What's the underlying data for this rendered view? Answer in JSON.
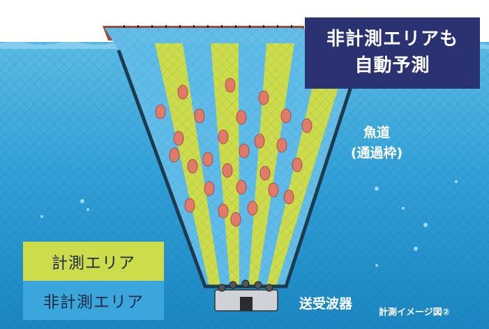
{
  "title": {
    "line1": "非計測エリアも",
    "line2": "自動予測"
  },
  "labels": {
    "fish_path_line1": "魚道",
    "fish_path_line2": "(通過枠)",
    "transducer": "送受波器",
    "caption": "計測イメージ図②"
  },
  "legend": {
    "measured": "計測エリア",
    "unmeasured": "非計測エリア"
  },
  "colors": {
    "water": "#3fa9de",
    "measured_beam": "#cddc4a",
    "unmeasured_beam": "#57b8e6",
    "title_bg": "#2b3272",
    "net_frame": "#9a4b3e"
  }
}
